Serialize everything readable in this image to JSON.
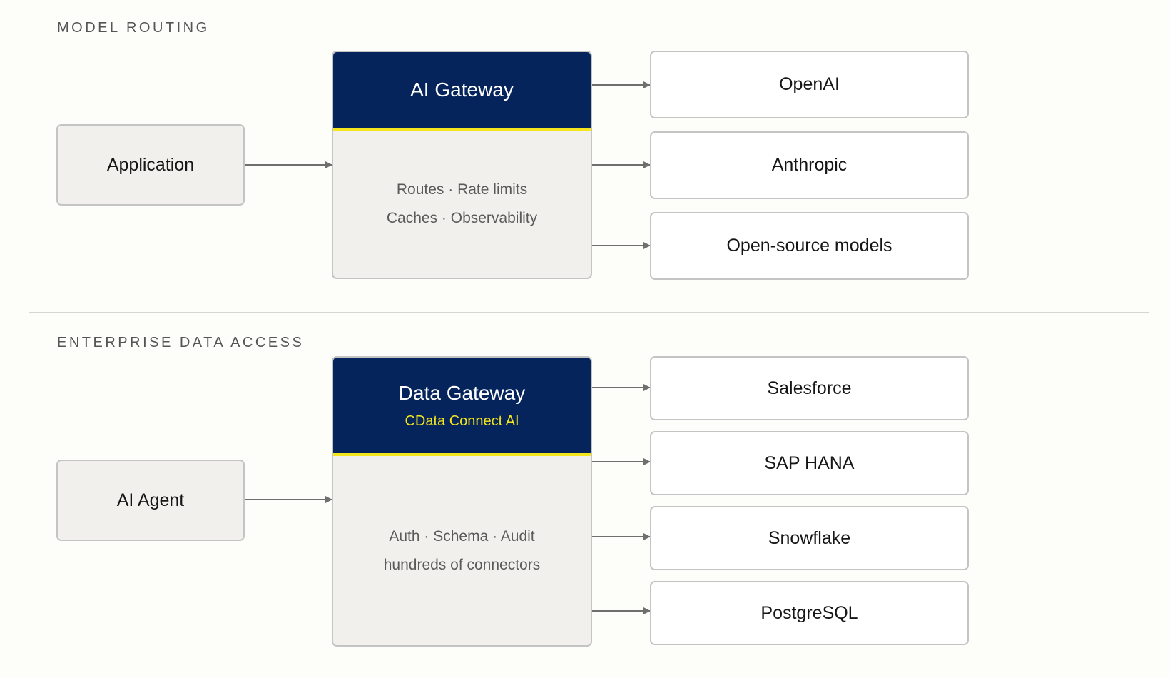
{
  "colors": {
    "background": "#fdfdfa",
    "gateway_header": "#04245b",
    "accent": "#f5e51d",
    "border": "#c4c4c4",
    "connector": "#6f6f6f",
    "divider": "#c8c8c8"
  },
  "model_routing": {
    "label": "MODEL ROUTING",
    "source": "Application",
    "gateway": {
      "title": "AI Gateway",
      "lines": [
        "Routes · Rate limits",
        "Caches · Observability"
      ]
    },
    "targets": [
      "OpenAI",
      "Anthropic",
      "Open-source models"
    ]
  },
  "enterprise_data_access": {
    "label": "ENTERPRISE DATA ACCESS",
    "source": "AI Agent",
    "gateway": {
      "title": "Data Gateway",
      "subtitle": "CData Connect AI",
      "lines": [
        "Auth · Schema · Audit",
        "hundreds of connectors"
      ]
    },
    "targets": [
      "Salesforce",
      "SAP HANA",
      "Snowflake",
      "PostgreSQL"
    ]
  }
}
